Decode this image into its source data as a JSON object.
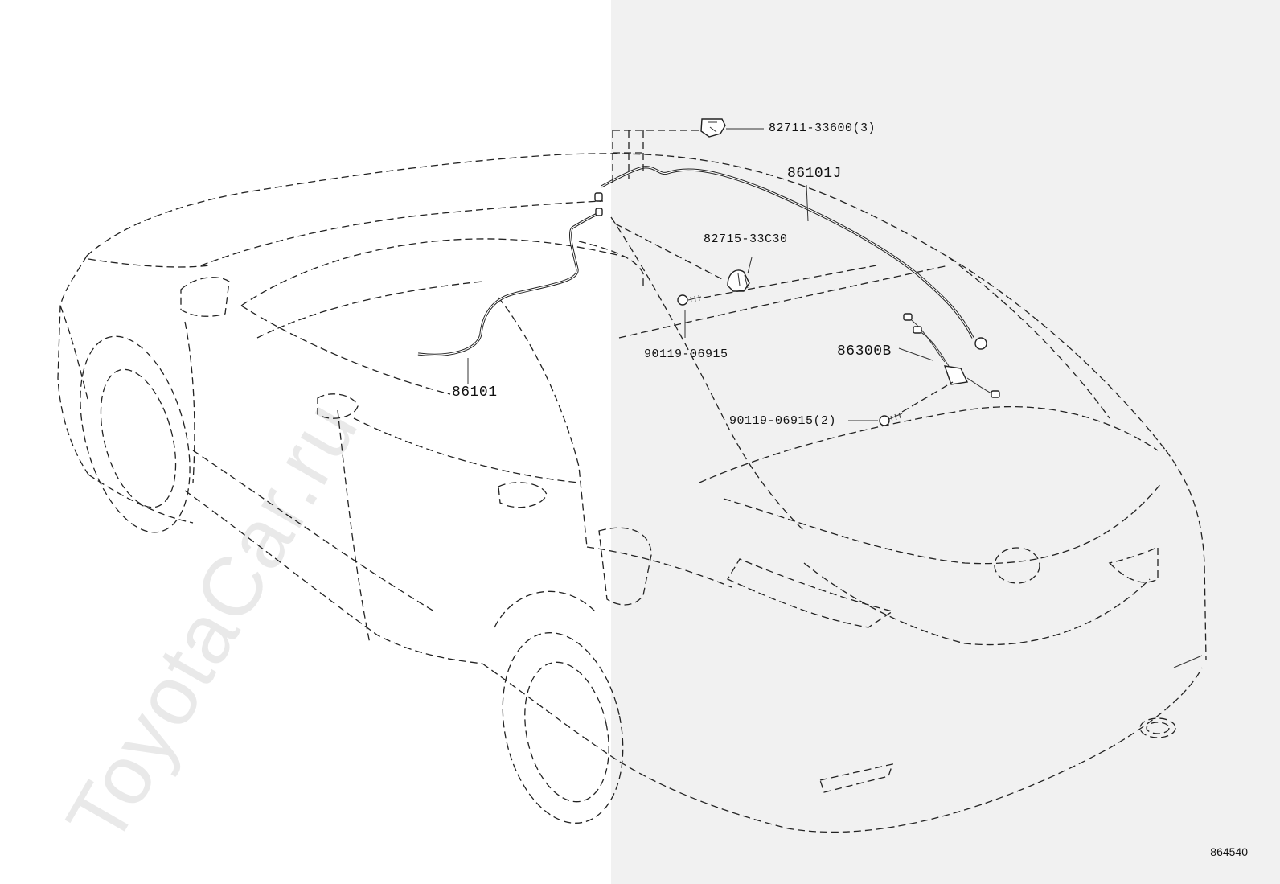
{
  "watermark": "ToyotaCar.ru",
  "diagram_id": "864540",
  "callouts": {
    "clip_82711": "82711-33600(3)",
    "antenna_86101J": "86101J",
    "clamp_82715": "82715-33C30",
    "bolt_90119_a": "90119-06915",
    "amplifier_86300B": "86300B",
    "bolt_90119_b": "90119-06915(2)",
    "cord_86101": "86101"
  }
}
